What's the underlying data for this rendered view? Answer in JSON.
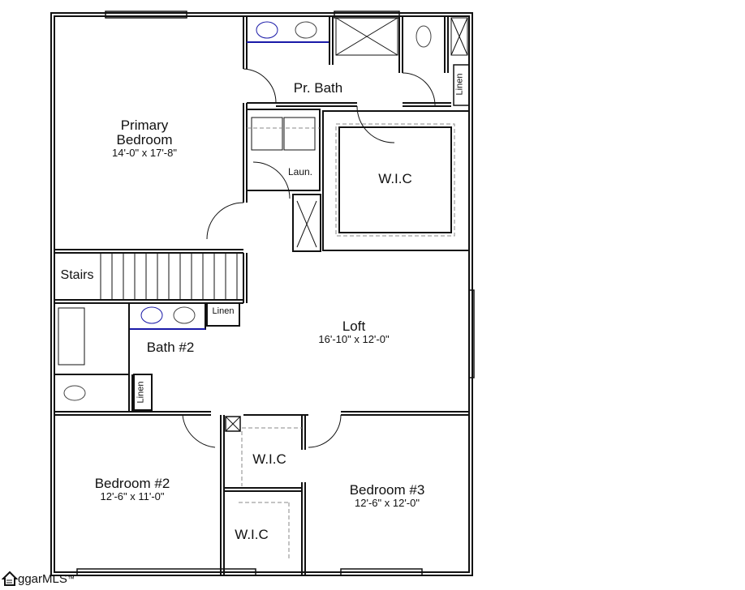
{
  "floorplan": {
    "rooms": [
      {
        "id": "primary-bedroom",
        "name": "Primary\nBedroom",
        "name_line1": "Primary",
        "name_line2": "Bedroom",
        "dimensions": "14'-0\" x 17'-8\""
      },
      {
        "id": "pr-bath",
        "name": "Pr. Bath"
      },
      {
        "id": "laundry",
        "name": "Laun."
      },
      {
        "id": "wic-primary",
        "name": "W.I.C"
      },
      {
        "id": "linen-pr-bath",
        "name": "Linen"
      },
      {
        "id": "stairs",
        "name": "Stairs"
      },
      {
        "id": "loft",
        "name": "Loft",
        "dimensions": "16'-10\" x 12'-0\""
      },
      {
        "id": "bath-2",
        "name": "Bath #2"
      },
      {
        "id": "linen-bath2-top",
        "name": "Linen"
      },
      {
        "id": "linen-bath2-side",
        "name": "Linen"
      },
      {
        "id": "bedroom-2",
        "name": "Bedroom #2",
        "dimensions": "12'-6\" x 11'-0\""
      },
      {
        "id": "wic-bedroom-3",
        "name": "W.I.C"
      },
      {
        "id": "wic-bedroom-2",
        "name": "W.I.C"
      },
      {
        "id": "bedroom-3",
        "name": "Bedroom #3",
        "dimensions": "12'-6\" x 12'-0\""
      }
    ],
    "colors": {
      "wall": "#111111",
      "sink_accent": "#1a1aa8",
      "dashed": "#888888"
    }
  },
  "watermark": {
    "text": "ggarMLS",
    "trademark": "™",
    "icon": "house-icon"
  }
}
